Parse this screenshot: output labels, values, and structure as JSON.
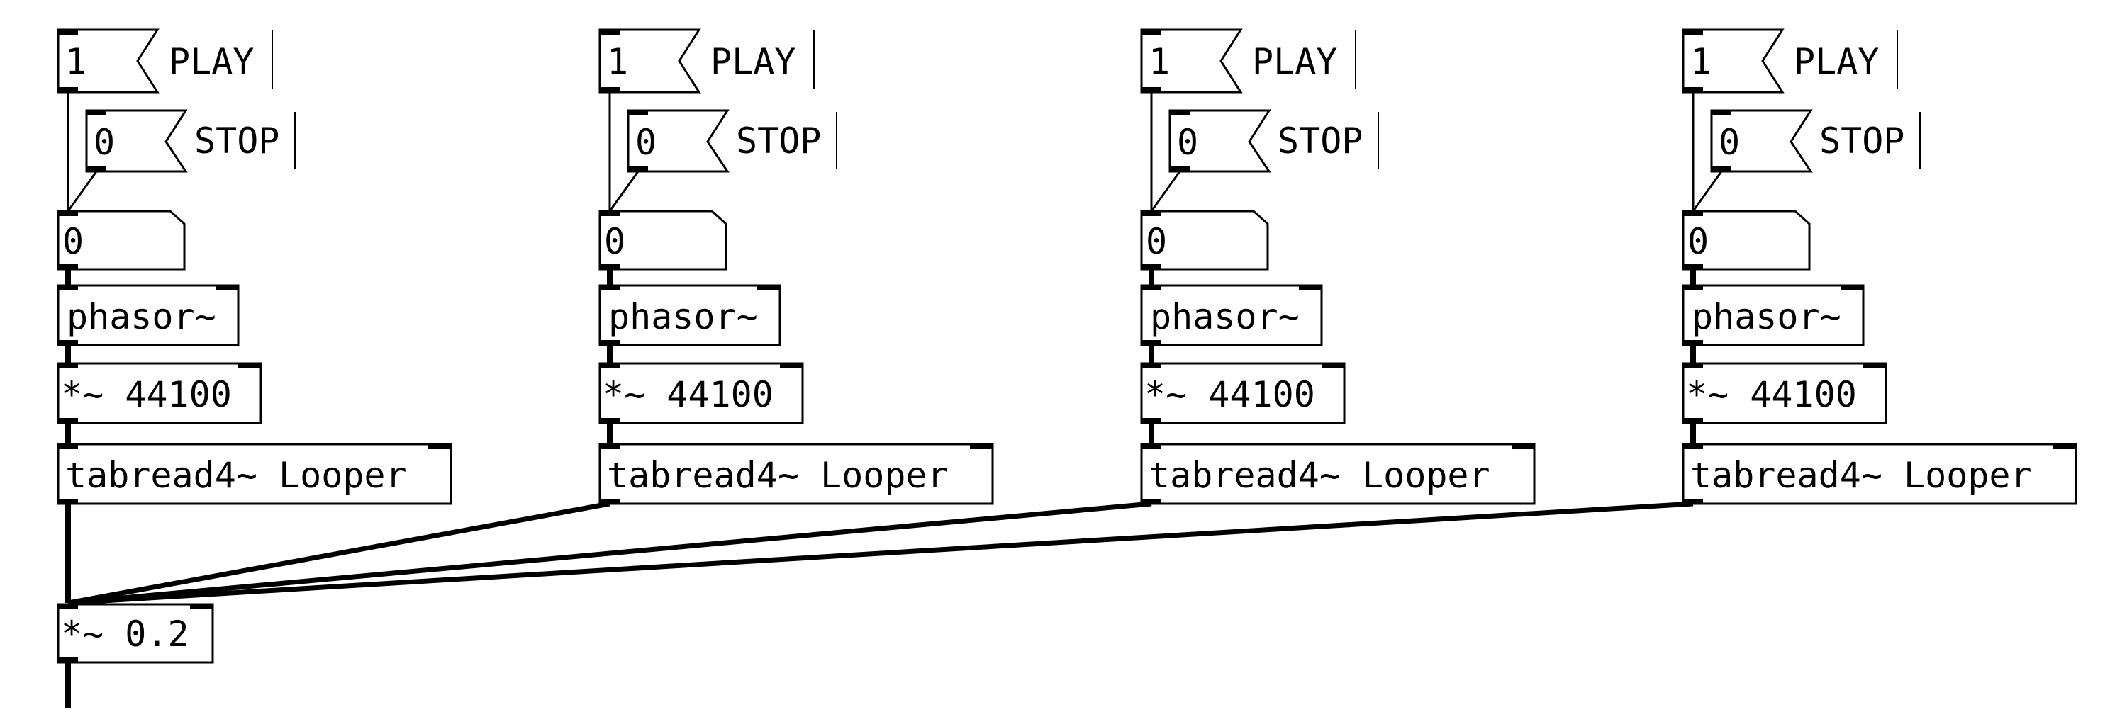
{
  "patch": {
    "columns": [
      {
        "play": {
          "value": "1",
          "label": "PLAY"
        },
        "stop": {
          "value": "0",
          "label": "STOP"
        },
        "float_atom": "0",
        "phasor": "phasor~",
        "multiply": "*~ 44100",
        "tabread": "tabread4~ Looper"
      },
      {
        "play": {
          "value": "1",
          "label": "PLAY"
        },
        "stop": {
          "value": "0",
          "label": "STOP"
        },
        "float_atom": "0",
        "phasor": "phasor~",
        "multiply": "*~ 44100",
        "tabread": "tabread4~ Looper"
      },
      {
        "play": {
          "value": "1",
          "label": "PLAY"
        },
        "stop": {
          "value": "0",
          "label": "STOP"
        },
        "float_atom": "0",
        "phasor": "phasor~",
        "multiply": "*~ 44100",
        "tabread": "tabread4~ Looper"
      },
      {
        "play": {
          "value": "1",
          "label": "PLAY"
        },
        "stop": {
          "value": "0",
          "label": "STOP"
        },
        "float_atom": "0",
        "phasor": "phasor~",
        "multiply": "*~ 44100",
        "tabread": "tabread4~ Looper"
      }
    ],
    "mixer": "*~ 0.2"
  },
  "colors": {
    "line": "#000000",
    "background": "#ffffff"
  }
}
